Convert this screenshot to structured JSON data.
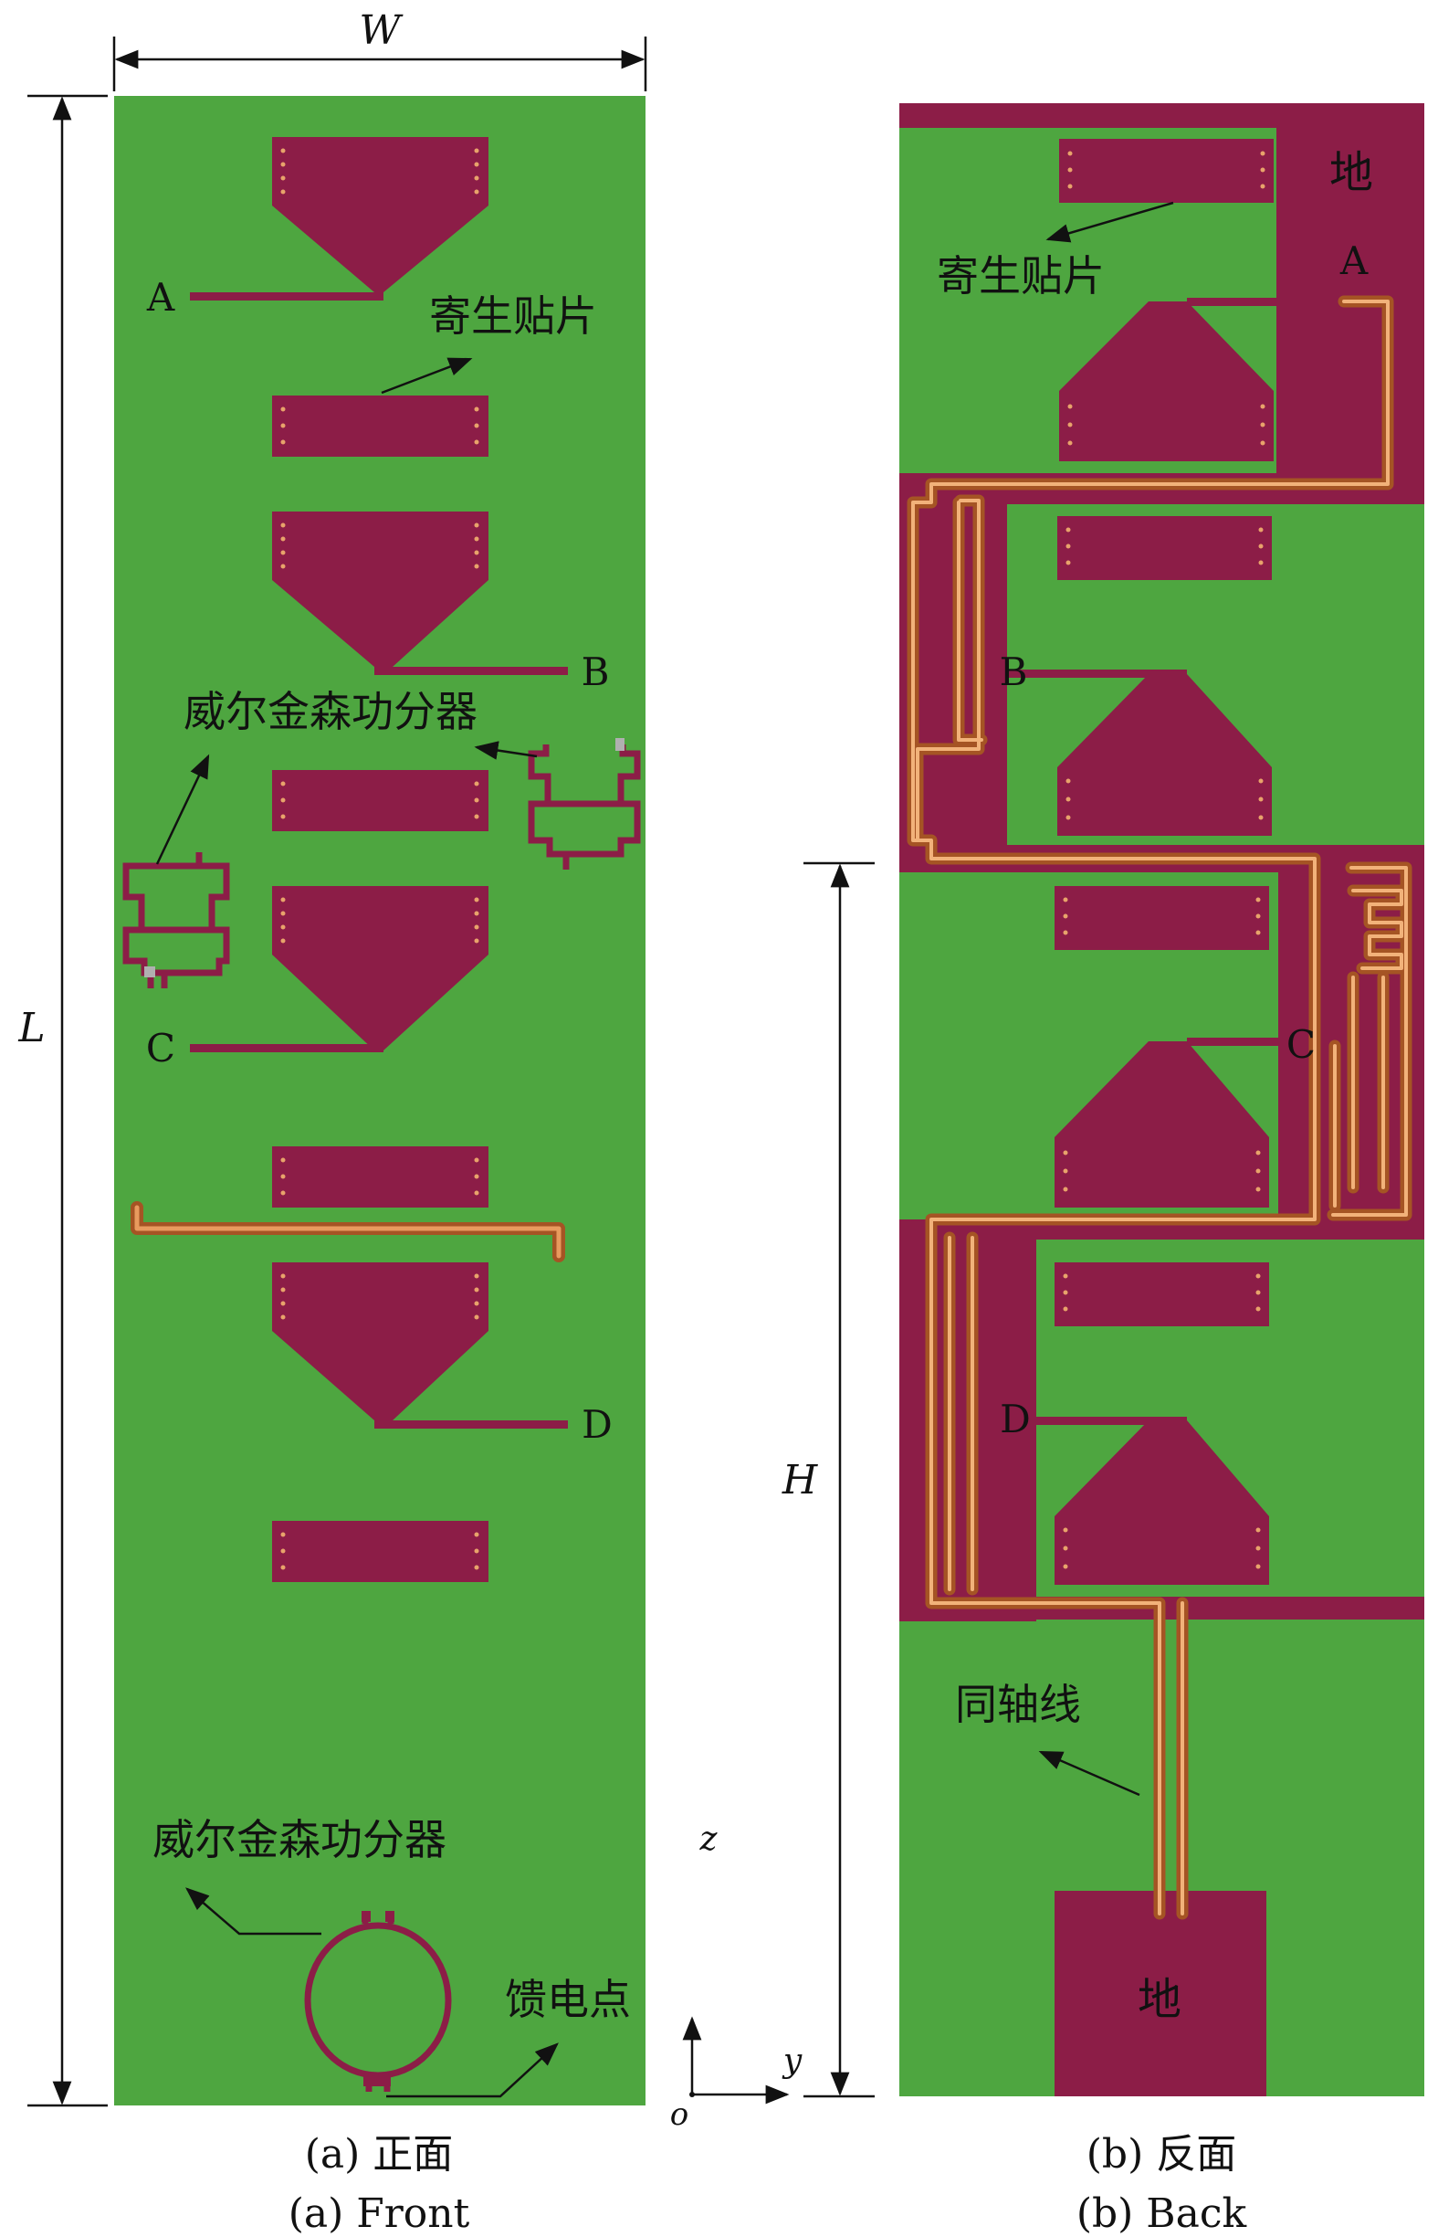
{
  "front": {
    "dim_width": "W",
    "dim_length": "L",
    "port_a": "A",
    "port_b": "B",
    "port_c": "C",
    "port_d": "D",
    "parasitic_patch": "寄生贴片",
    "wilkinson_divider_1": "威尔金森功分器",
    "wilkinson_divider_2": "威尔金森功分器",
    "feed_point": "馈电点",
    "caption_cn": "(a) 正面",
    "caption_en": "(a) Front"
  },
  "back": {
    "ground_top": "地",
    "ground_bottom": "地",
    "port_a": "A",
    "port_b": "B",
    "port_c": "C",
    "port_d": "D",
    "parasitic_patch": "寄生贴片",
    "coaxial_line": "同轴线",
    "dim_height": "H",
    "caption_cn": "(b) 反面",
    "caption_en": "(b) Back"
  },
  "axes": {
    "z_label": "z",
    "y_label": "y",
    "origin_label": "o"
  },
  "colors": {
    "substrate": "#4ea640",
    "metal": "#8c1d47",
    "copper": "#d07a3a",
    "copper_highlight": "#f2b27a"
  }
}
